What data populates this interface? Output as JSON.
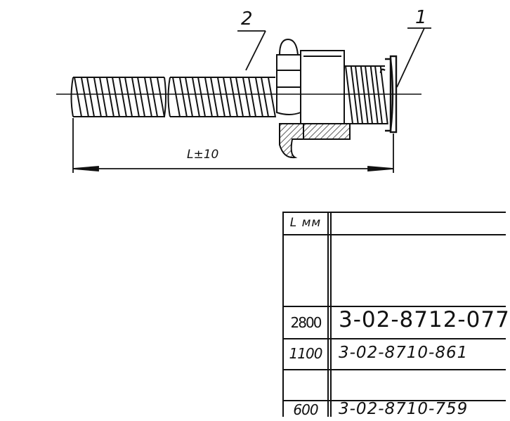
{
  "drawing": {
    "callout_left": "2",
    "callout_right": "1",
    "dimension_label": "L±10"
  },
  "table": {
    "header": "L мм",
    "rows": [
      {
        "length": "",
        "code": ""
      },
      {
        "length": "2800",
        "code": "3-02-8712-077"
      },
      {
        "length": "1100",
        "code": "3-02-8710-861"
      },
      {
        "length": "",
        "code": ""
      },
      {
        "length": "600",
        "code": "3-02-8710-759"
      }
    ]
  }
}
